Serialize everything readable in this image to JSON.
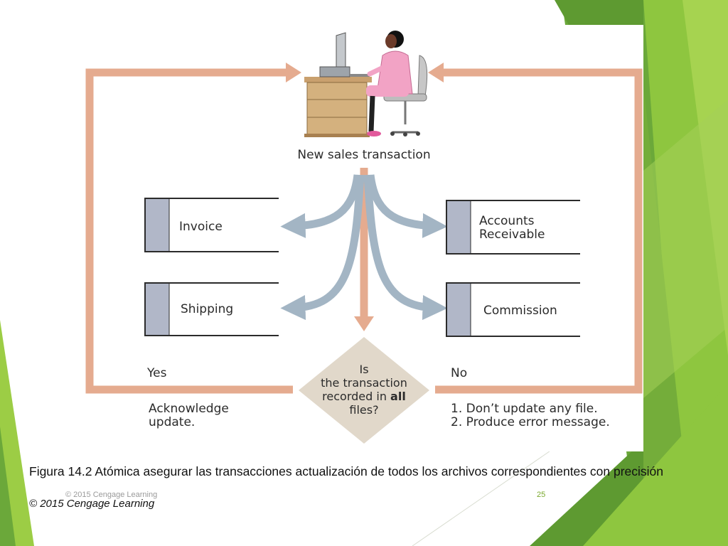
{
  "diagram": {
    "source_label": "New sales transaction",
    "left_files": [
      "Invoice",
      "Shipping"
    ],
    "right_files": [
      [
        "Accounts",
        "Receivable"
      ],
      [
        "Commission"
      ]
    ],
    "decision": {
      "line1": "Is",
      "line2": "the transaction",
      "line3_prefix": "recorded in ",
      "line3_bold": "all",
      "line4": "files?"
    },
    "yes": {
      "label": "Yes",
      "action_line1": "Acknowledge",
      "action_line2": "update."
    },
    "no": {
      "label": "No",
      "action_line1": "1. Don’t update any file.",
      "action_line2": "2. Produce error message."
    },
    "icons": [
      "person-at-computer-icon"
    ]
  },
  "caption": "Figura 14.2 Atómica asegurar las transacciones actualización de todos los archivos correspondientes con precisión",
  "credit": "© 2015 Cengage Learning",
  "credit_small": "© 2015 Cengage Learning",
  "slide_number": "25",
  "colors": {
    "loop": "#e5ab8f",
    "fan": "#a3b5c4",
    "file_tab": "#b1b7c8",
    "diamond": "#e1d8ca",
    "green_dark": "#5e9a31",
    "green_light": "#9ccd45"
  }
}
